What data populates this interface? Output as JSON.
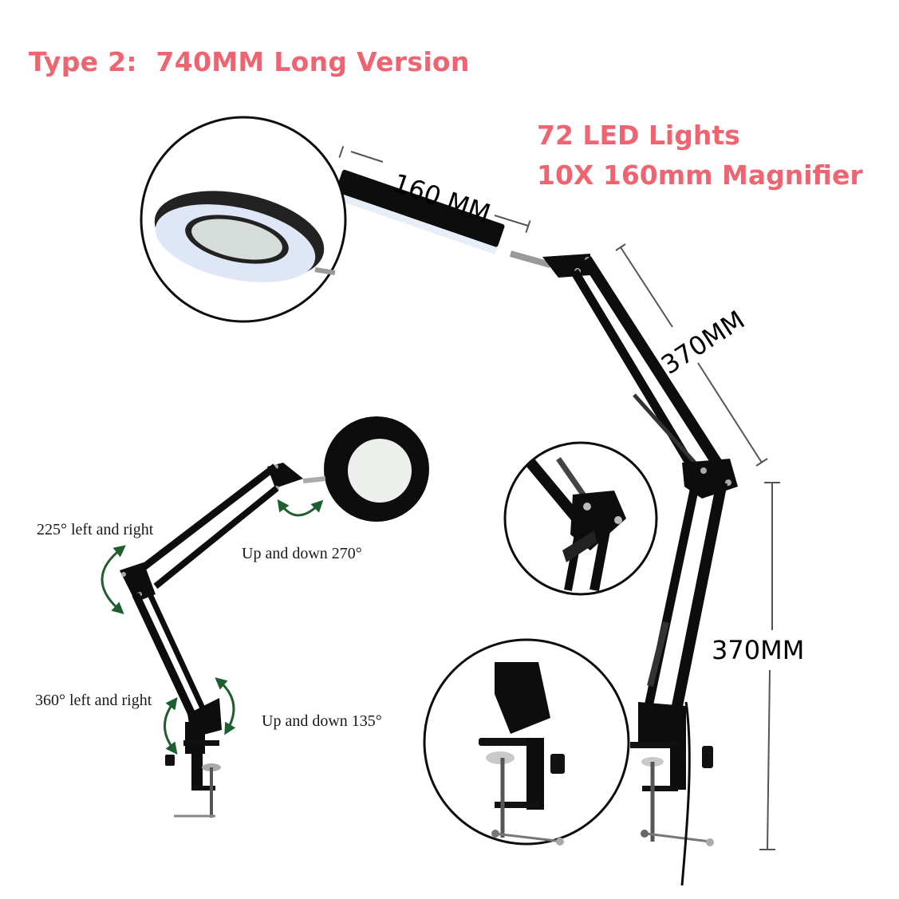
{
  "header": {
    "title": "Type 2:  740MM Long Version",
    "accent_color": "#ee6470"
  },
  "features": {
    "led": "72 LED Lights",
    "magnifier": "10X 160mm Magnifier"
  },
  "dimensions": {
    "head_width": "160 MM",
    "upper_arm": "370MM",
    "lower_arm": "370MM"
  },
  "rotation_labels": {
    "upper_joint": "225° left and right",
    "head_tilt": "Up and down 270°",
    "base_swivel": "360° left and right",
    "base_tilt": "Up and down 135°"
  },
  "callouts": [
    {
      "name": "magnifier-ring-detail"
    },
    {
      "name": "elbow-joint-detail"
    },
    {
      "name": "desk-clamp-detail"
    }
  ],
  "colors": {
    "lamp_body": "#0d0d0d",
    "arrow_green": "#1f5e2e",
    "led_ring": "#dfe6f5",
    "dimension_line": "#555555"
  }
}
